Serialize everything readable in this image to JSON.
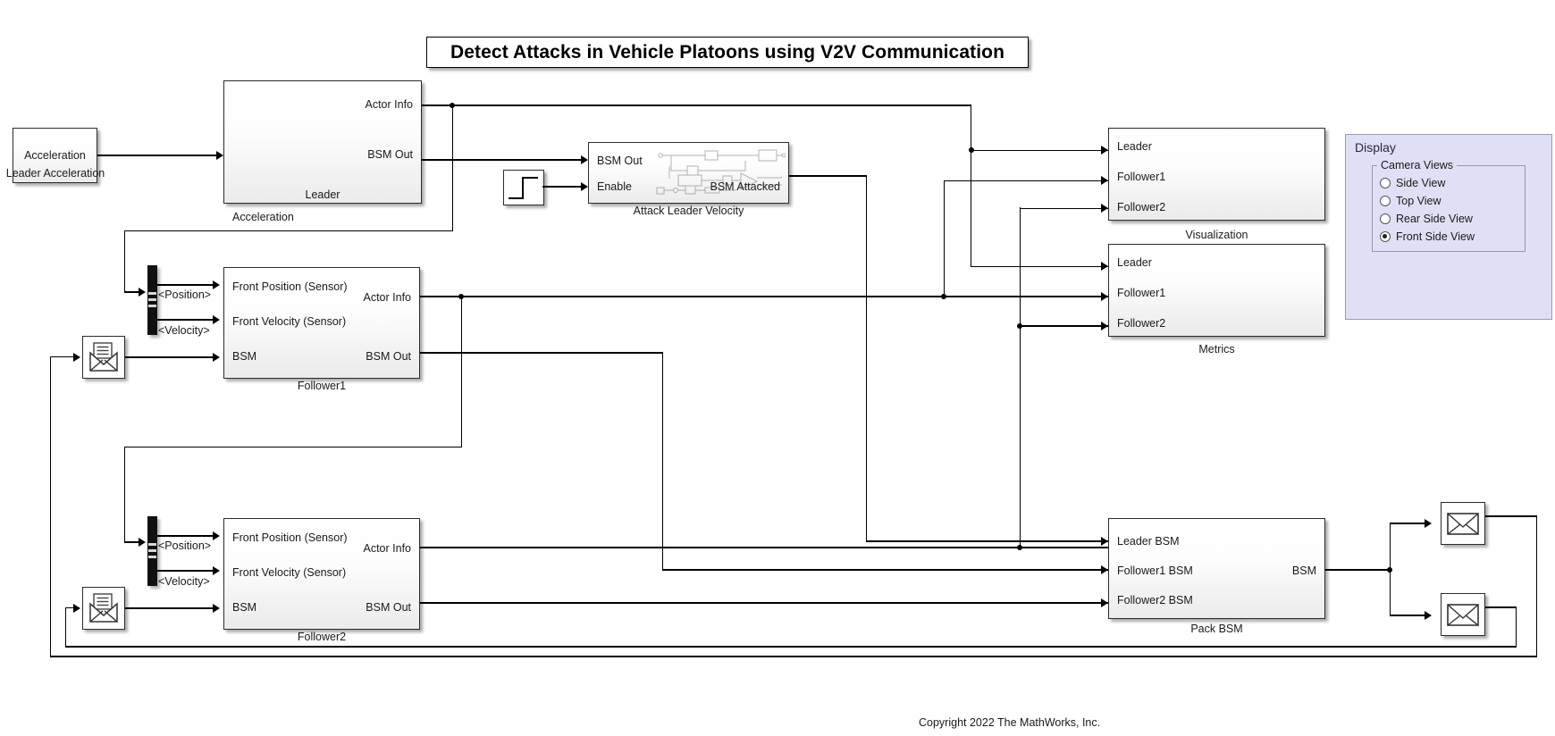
{
  "title": "Detect Attacks in Vehicle Platoons using V2V Communication",
  "copyright": "Copyright 2022 The MathWorks, Inc.",
  "blocks": {
    "leader_acceleration": {
      "caption": "Leader Acceleration",
      "port": "Acceleration"
    },
    "leader": {
      "caption": "Leader",
      "in": [
        "Acceleration"
      ],
      "out": [
        "Actor Info",
        "BSM Out"
      ]
    },
    "attack_leader_velocity": {
      "caption": "Attack Leader Velocity",
      "in": [
        "BSM Out",
        "Enable"
      ],
      "out": [
        "BSM Attacked"
      ]
    },
    "step": {
      "caption": "",
      "icon": "step-signal"
    },
    "follower1": {
      "caption": "Follower1",
      "in": [
        "Front Position (Sensor)",
        "Front Velocity (Sensor)",
        "BSM"
      ],
      "out": [
        "Actor Info",
        "BSM Out"
      ]
    },
    "follower2": {
      "caption": "Follower2",
      "in": [
        "Front Position (Sensor)",
        "Front Velocity (Sensor)",
        "BSM"
      ],
      "out": [
        "Actor Info",
        "BSM Out"
      ]
    },
    "visualization": {
      "caption": "Visualization",
      "in": [
        "Leader",
        "Follower1",
        "Follower2"
      ]
    },
    "metrics": {
      "caption": "Metrics",
      "in": [
        "Leader",
        "Follower1",
        "Follower2"
      ]
    },
    "pack_bsm": {
      "caption": "Pack BSM",
      "in": [
        "Leader BSM",
        "Follower1 BSM",
        "Follower2 BSM"
      ],
      "out": [
        "BSM"
      ]
    },
    "receive1": {
      "caption": "",
      "icon": "open-envelope-icon"
    },
    "receive2": {
      "caption": "",
      "icon": "open-envelope-icon"
    },
    "send1": {
      "caption": "",
      "icon": "closed-envelope-icon"
    },
    "send2": {
      "caption": "",
      "icon": "closed-envelope-icon"
    }
  },
  "bus_signals": {
    "position": "<Position>",
    "velocity": "<Velocity>"
  },
  "display": {
    "panel_title": "Display",
    "group_label": "Camera Views",
    "options": [
      {
        "label": "Side View",
        "selected": false
      },
      {
        "label": "Top View",
        "selected": false
      },
      {
        "label": "Rear Side View",
        "selected": false
      },
      {
        "label": "Front Side View",
        "selected": true
      }
    ]
  },
  "colors": {
    "panel_bg": "#dfe0f5",
    "block_border": "#2b2b2b",
    "wire": "#000000"
  }
}
